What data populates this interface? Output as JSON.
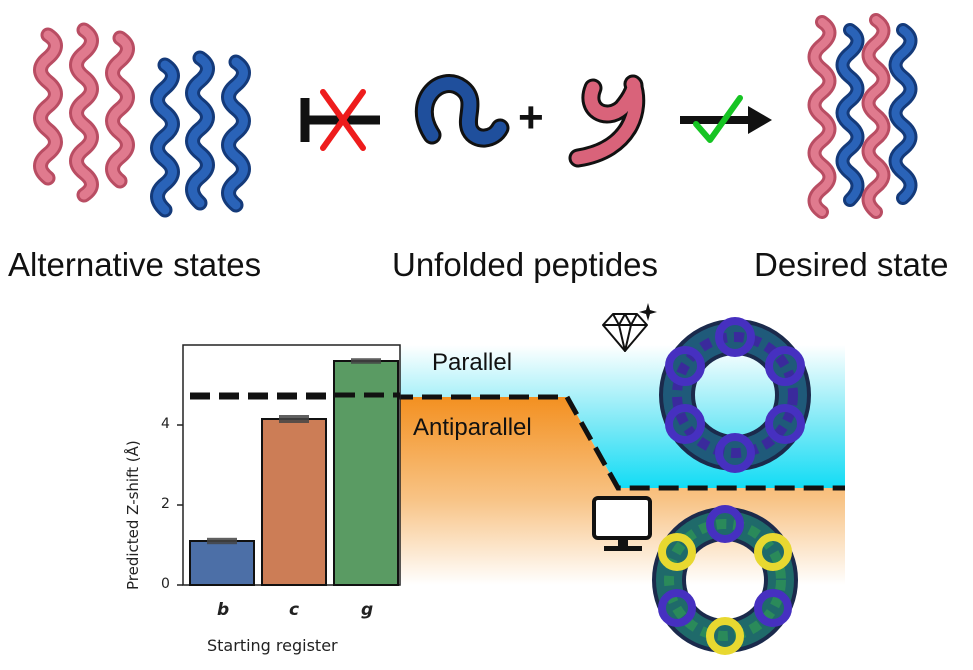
{
  "labels": {
    "alternative_states": "Alternative states",
    "unfolded_peptides": "Unfolded peptides",
    "desired_state": "Desired state",
    "plus": "+",
    "parallel": "Parallel",
    "antiparallel": "Antiparallel"
  },
  "icons": [
    "helix-bundle-icon",
    "blocked-arrow-icon",
    "check-arrow-icon",
    "diamond-icon",
    "monitor-icon",
    "hexamer-ring-icon"
  ],
  "colors": {
    "red_peptide": "#d9637a",
    "blue_peptide": "#1f4f9c",
    "cross": "#ee1c1c",
    "check": "#16c423",
    "parallel_bg": "#10dcf5",
    "antiparallel_bg": "#f5921c"
  },
  "chart_data": {
    "type": "bar",
    "categories": [
      "b",
      "c",
      "g"
    ],
    "values": [
      1.1,
      4.15,
      5.6
    ],
    "errors": [
      0.08,
      0.1,
      0.07
    ],
    "colors": [
      "#4c6fa7",
      "#cc7d56",
      "#5a9b63"
    ],
    "threshold": 4.75,
    "ylabel": "Predicted Z-shift (Å)",
    "xlabel": "Starting register",
    "yticks": [
      "0",
      "2",
      "4"
    ],
    "ylim": [
      0,
      6.0
    ]
  }
}
